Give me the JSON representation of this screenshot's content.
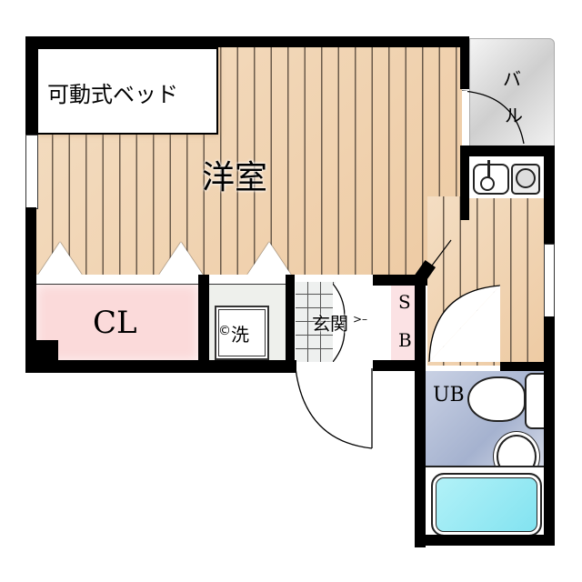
{
  "floorplan": {
    "rooms": {
      "western_room": {
        "label": "洋室"
      },
      "movable_bed": {
        "label": "可動式ベッド"
      },
      "closet": {
        "label": "CL"
      },
      "washer": {
        "label": "洗",
        "icon": "washer-icon"
      },
      "entrance": {
        "label": "玄関"
      },
      "shoe_box": {
        "label_top": "S",
        "label_bottom": "B"
      },
      "balcony": {
        "label_top": "バ",
        "label_bottom": "ル"
      },
      "unit_bath": {
        "label": "UB"
      },
      "kitchen": {
        "fixtures": [
          "sink-icon",
          "stove-icon"
        ]
      }
    },
    "colors": {
      "wood": "#f0d2ae",
      "closet": "#fbdada",
      "bath_floor": "#b9c4db",
      "bathtub": "#8fe6f2",
      "balcony": "#d6d6d6",
      "wall": "#000000"
    }
  }
}
